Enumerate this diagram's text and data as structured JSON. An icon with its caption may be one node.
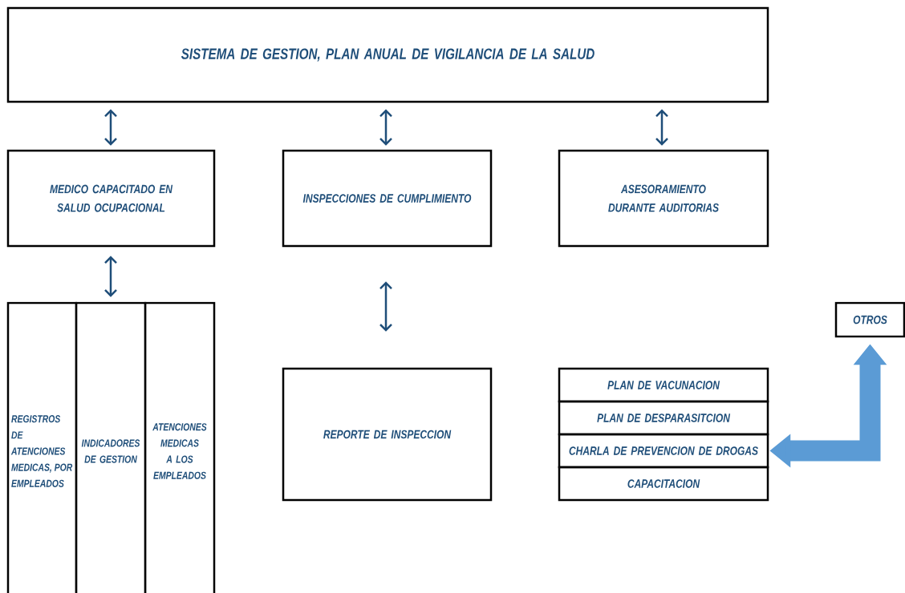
{
  "diagram": {
    "nodes": [
      {
        "text": [
          "SISTEMA DE GESTION, PLAN ANUAL DE VIGILANCIA DE LA SALUD"
        ]
      },
      {
        "text": [
          "MEDICO CAPACITADO EN SALUD OCUPACIONAL"
        ]
      },
      {
        "text": [
          "INSPECCIONES DE CUMPLIMIENTO"
        ]
      },
      {
        "text": [
          "ASESORAMIENTO DURANTE AUDITORIAS"
        ]
      },
      {
        "text": [
          "REGISTROS DE ATENCIONES MEDICAS, POR EMPLEADOS"
        ]
      },
      {
        "text": [
          "INDICADORES DE GESTION"
        ]
      },
      {
        "text": [
          "ATENCIONES MEDICAS A LOS EMPLEADOS"
        ]
      },
      {
        "text": [
          "REPORTE DE INSPECCION"
        ]
      },
      {
        "text": [
          "PLAN DE VACUNACION"
        ]
      },
      {
        "text": [
          "PLAN DE DESPARASITCION"
        ]
      },
      {
        "text": [
          "CHARLA DE PREVENCION DE DROGAS"
        ]
      },
      {
        "text": [
          "CAPACITACION"
        ]
      },
      {
        "text": [
          "OTROS"
        ]
      }
    ],
    "edges": [
      {
        "from": 0,
        "to": 1,
        "arrow": "both"
      },
      {
        "from": 0,
        "to": 2,
        "arrow": "both"
      },
      {
        "from": 0,
        "to": 3,
        "arrow": "both"
      },
      {
        "from": 1,
        "to": 5,
        "arrow": "both"
      },
      {
        "from": 2,
        "to": 7,
        "arrow": "both"
      },
      {
        "from": 12,
        "to": 10,
        "arrow": "both",
        "style": "thick",
        "color": "#5b9bd5"
      }
    ]
  }
}
